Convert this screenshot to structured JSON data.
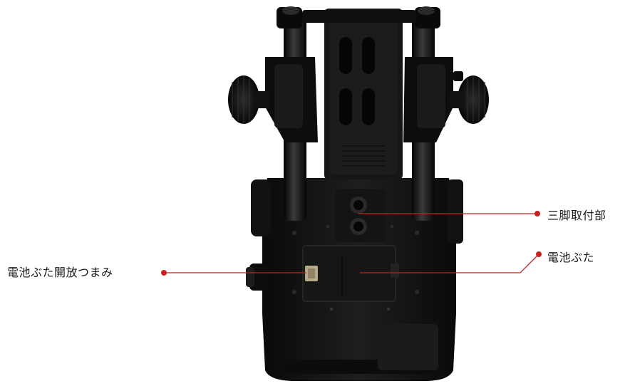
{
  "callouts": {
    "tripod_socket": "三脚取付部",
    "battery_cover": "電池ぶた",
    "battery_cover_latch": "電池ぶた開放つまみ"
  },
  "colors": {
    "accent": "#cc1f1f",
    "body": "#141414",
    "body_highlight": "#2a2a2a",
    "latch": "#b8a98a"
  }
}
